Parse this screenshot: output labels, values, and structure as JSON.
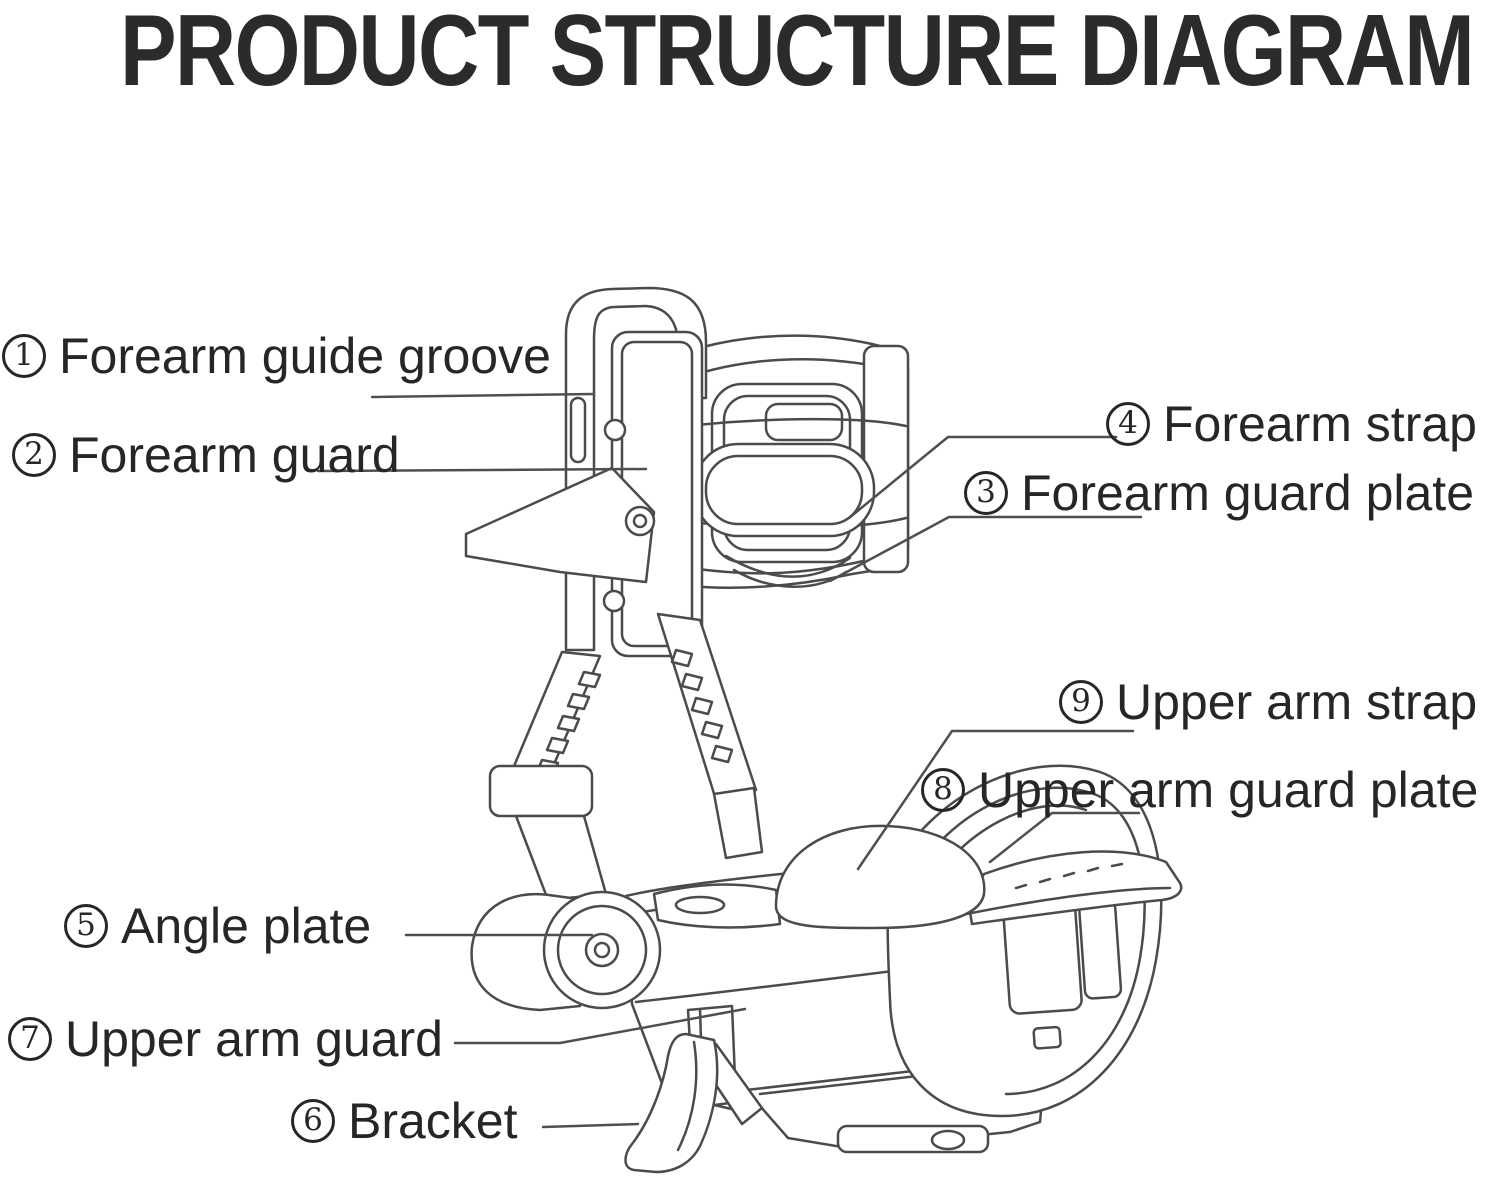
{
  "title": "PRODUCT STRUCTURE DIAGRAM",
  "diagram": {
    "labels": [
      {
        "num": "1",
        "text": "Forearm guide groove"
      },
      {
        "num": "2",
        "text": "Forearm guard"
      },
      {
        "num": "3",
        "text": "Forearm guard plate"
      },
      {
        "num": "4",
        "text": "Forearm strap"
      },
      {
        "num": "5",
        "text": "Angle plate"
      },
      {
        "num": "6",
        "text": "Bracket"
      },
      {
        "num": "7",
        "text": "Upper arm guard"
      },
      {
        "num": "8",
        "text": "Upper arm guard plate"
      },
      {
        "num": "9",
        "text": "Upper arm strap"
      }
    ],
    "colors": {
      "line_art": "#4b4b4b",
      "leader_line": "#4f4f4f",
      "text": "#262626",
      "title": "#2b2b2b",
      "background": "#ffffff"
    }
  }
}
